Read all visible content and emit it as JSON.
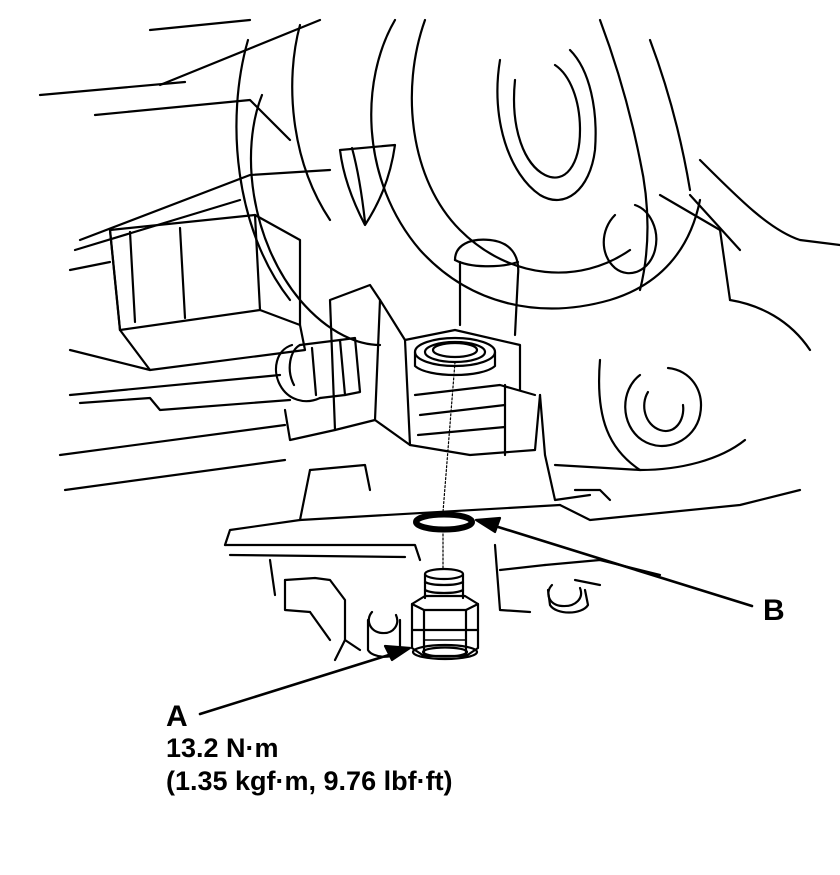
{
  "callouts": {
    "a": {
      "letter": "A",
      "torque_primary": "13.2 N·m",
      "torque_alt": "(1.35 kgf·m, 9.76 lbf·ft)"
    },
    "b": {
      "letter": "B"
    }
  },
  "colors": {
    "ink": "#000000",
    "paper": "#ffffff"
  }
}
